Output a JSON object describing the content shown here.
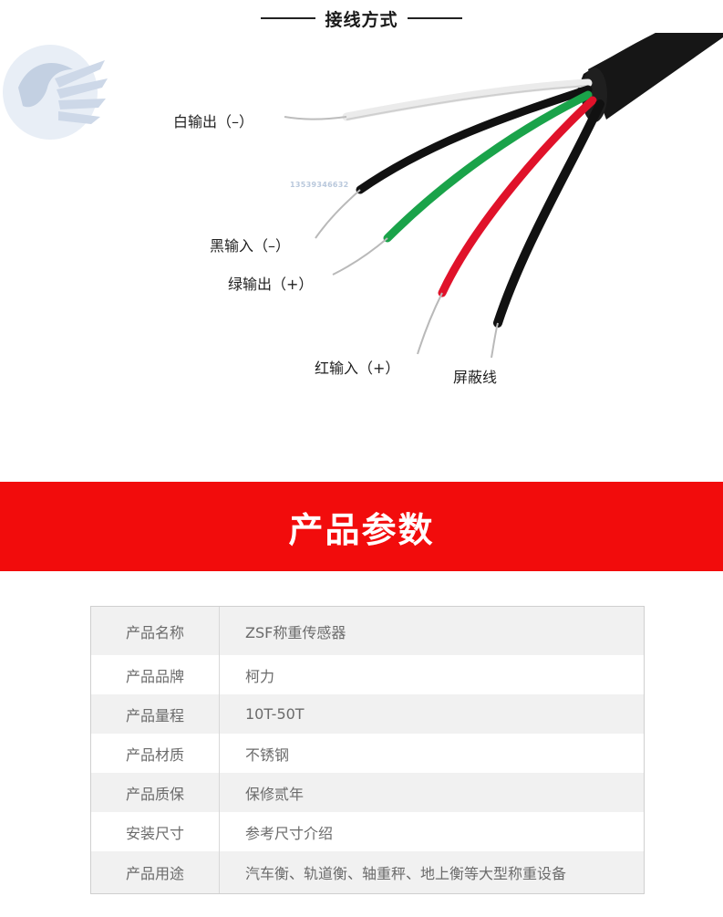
{
  "wiring": {
    "title": "接线方式",
    "labels": {
      "white": "白输出（–）",
      "black": "黑输入（–）",
      "green": "绿输出（+）",
      "red": "红输入（+）",
      "shield": "屏蔽线"
    },
    "watermark_text": "13539346632",
    "colors": {
      "white_wire": "#ebebeb",
      "black_wire": "#111111",
      "green_wire": "#1aa34a",
      "red_wire": "#e0122a",
      "cable": "#151515",
      "copper": "#b9b9b9"
    }
  },
  "banner": {
    "title": "产品参数",
    "color": "#f20c0c"
  },
  "specs": {
    "rows": [
      {
        "label": "产品名称",
        "value": "ZSF称重传感器"
      },
      {
        "label": "产品品牌",
        "value": "柯力"
      },
      {
        "label": "产品量程",
        "value": "10T-50T"
      },
      {
        "label": "产品材质",
        "value": "不锈钢"
      },
      {
        "label": "产品质保",
        "value": "保修贰年"
      },
      {
        "label": "安装尺寸",
        "value": "参考尺寸介绍"
      },
      {
        "label": "产品用途",
        "value": "汽车衡、轨道衡、轴重秤、地上衡等大型称重设备"
      }
    ]
  }
}
